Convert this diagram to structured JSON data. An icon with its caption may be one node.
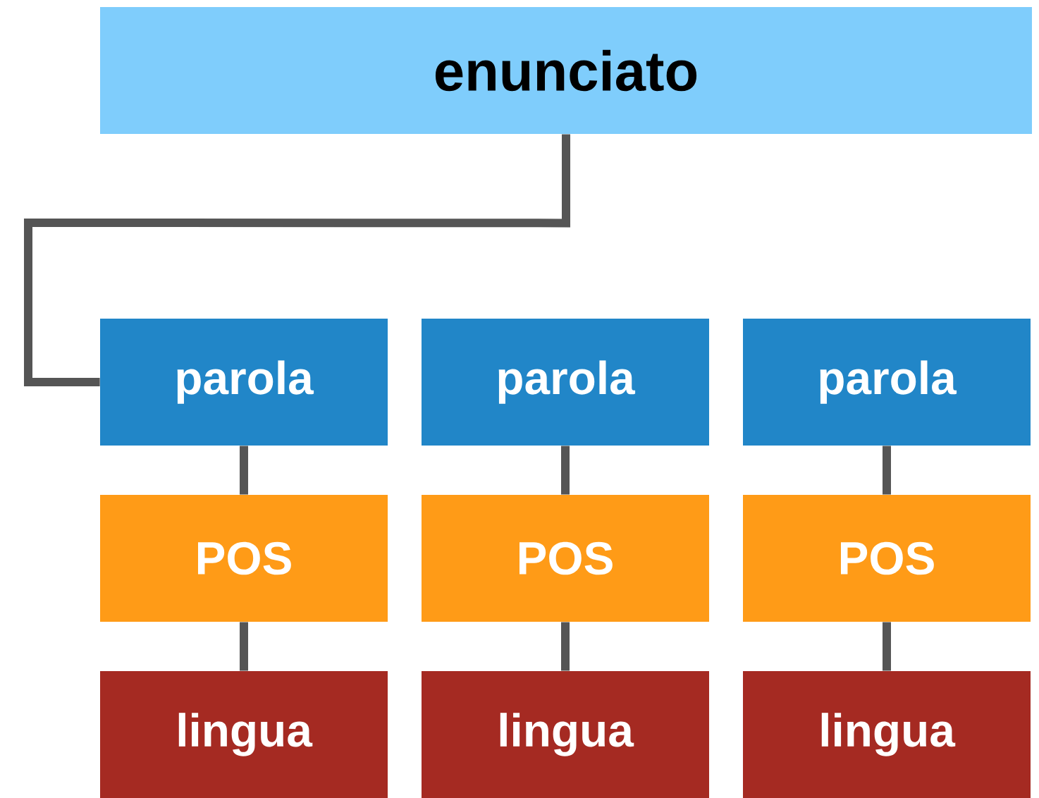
{
  "diagram": {
    "nodes": [
      {
        "text": [
          "enunciato"
        ]
      },
      {
        "text": [
          "parola"
        ]
      },
      {
        "text": [
          "parola"
        ]
      },
      {
        "text": [
          "parola"
        ]
      },
      {
        "text": [
          "POS"
        ]
      },
      {
        "text": [
          "POS"
        ]
      },
      {
        "text": [
          "POS"
        ]
      },
      {
        "text": [
          "lingua"
        ]
      },
      {
        "text": [
          "lingua"
        ]
      },
      {
        "text": [
          "lingua"
        ]
      }
    ],
    "edges": [
      {
        "from": 0,
        "to": 1,
        "arrow": "none"
      },
      {
        "from": 1,
        "to": 4,
        "arrow": "none"
      },
      {
        "from": 4,
        "to": 7,
        "arrow": "none"
      },
      {
        "from": 2,
        "to": 5,
        "arrow": "none"
      },
      {
        "from": 5,
        "to": 8,
        "arrow": "none"
      },
      {
        "from": 3,
        "to": 6,
        "arrow": "none"
      },
      {
        "from": 6,
        "to": 9,
        "arrow": "none"
      }
    ]
  }
}
